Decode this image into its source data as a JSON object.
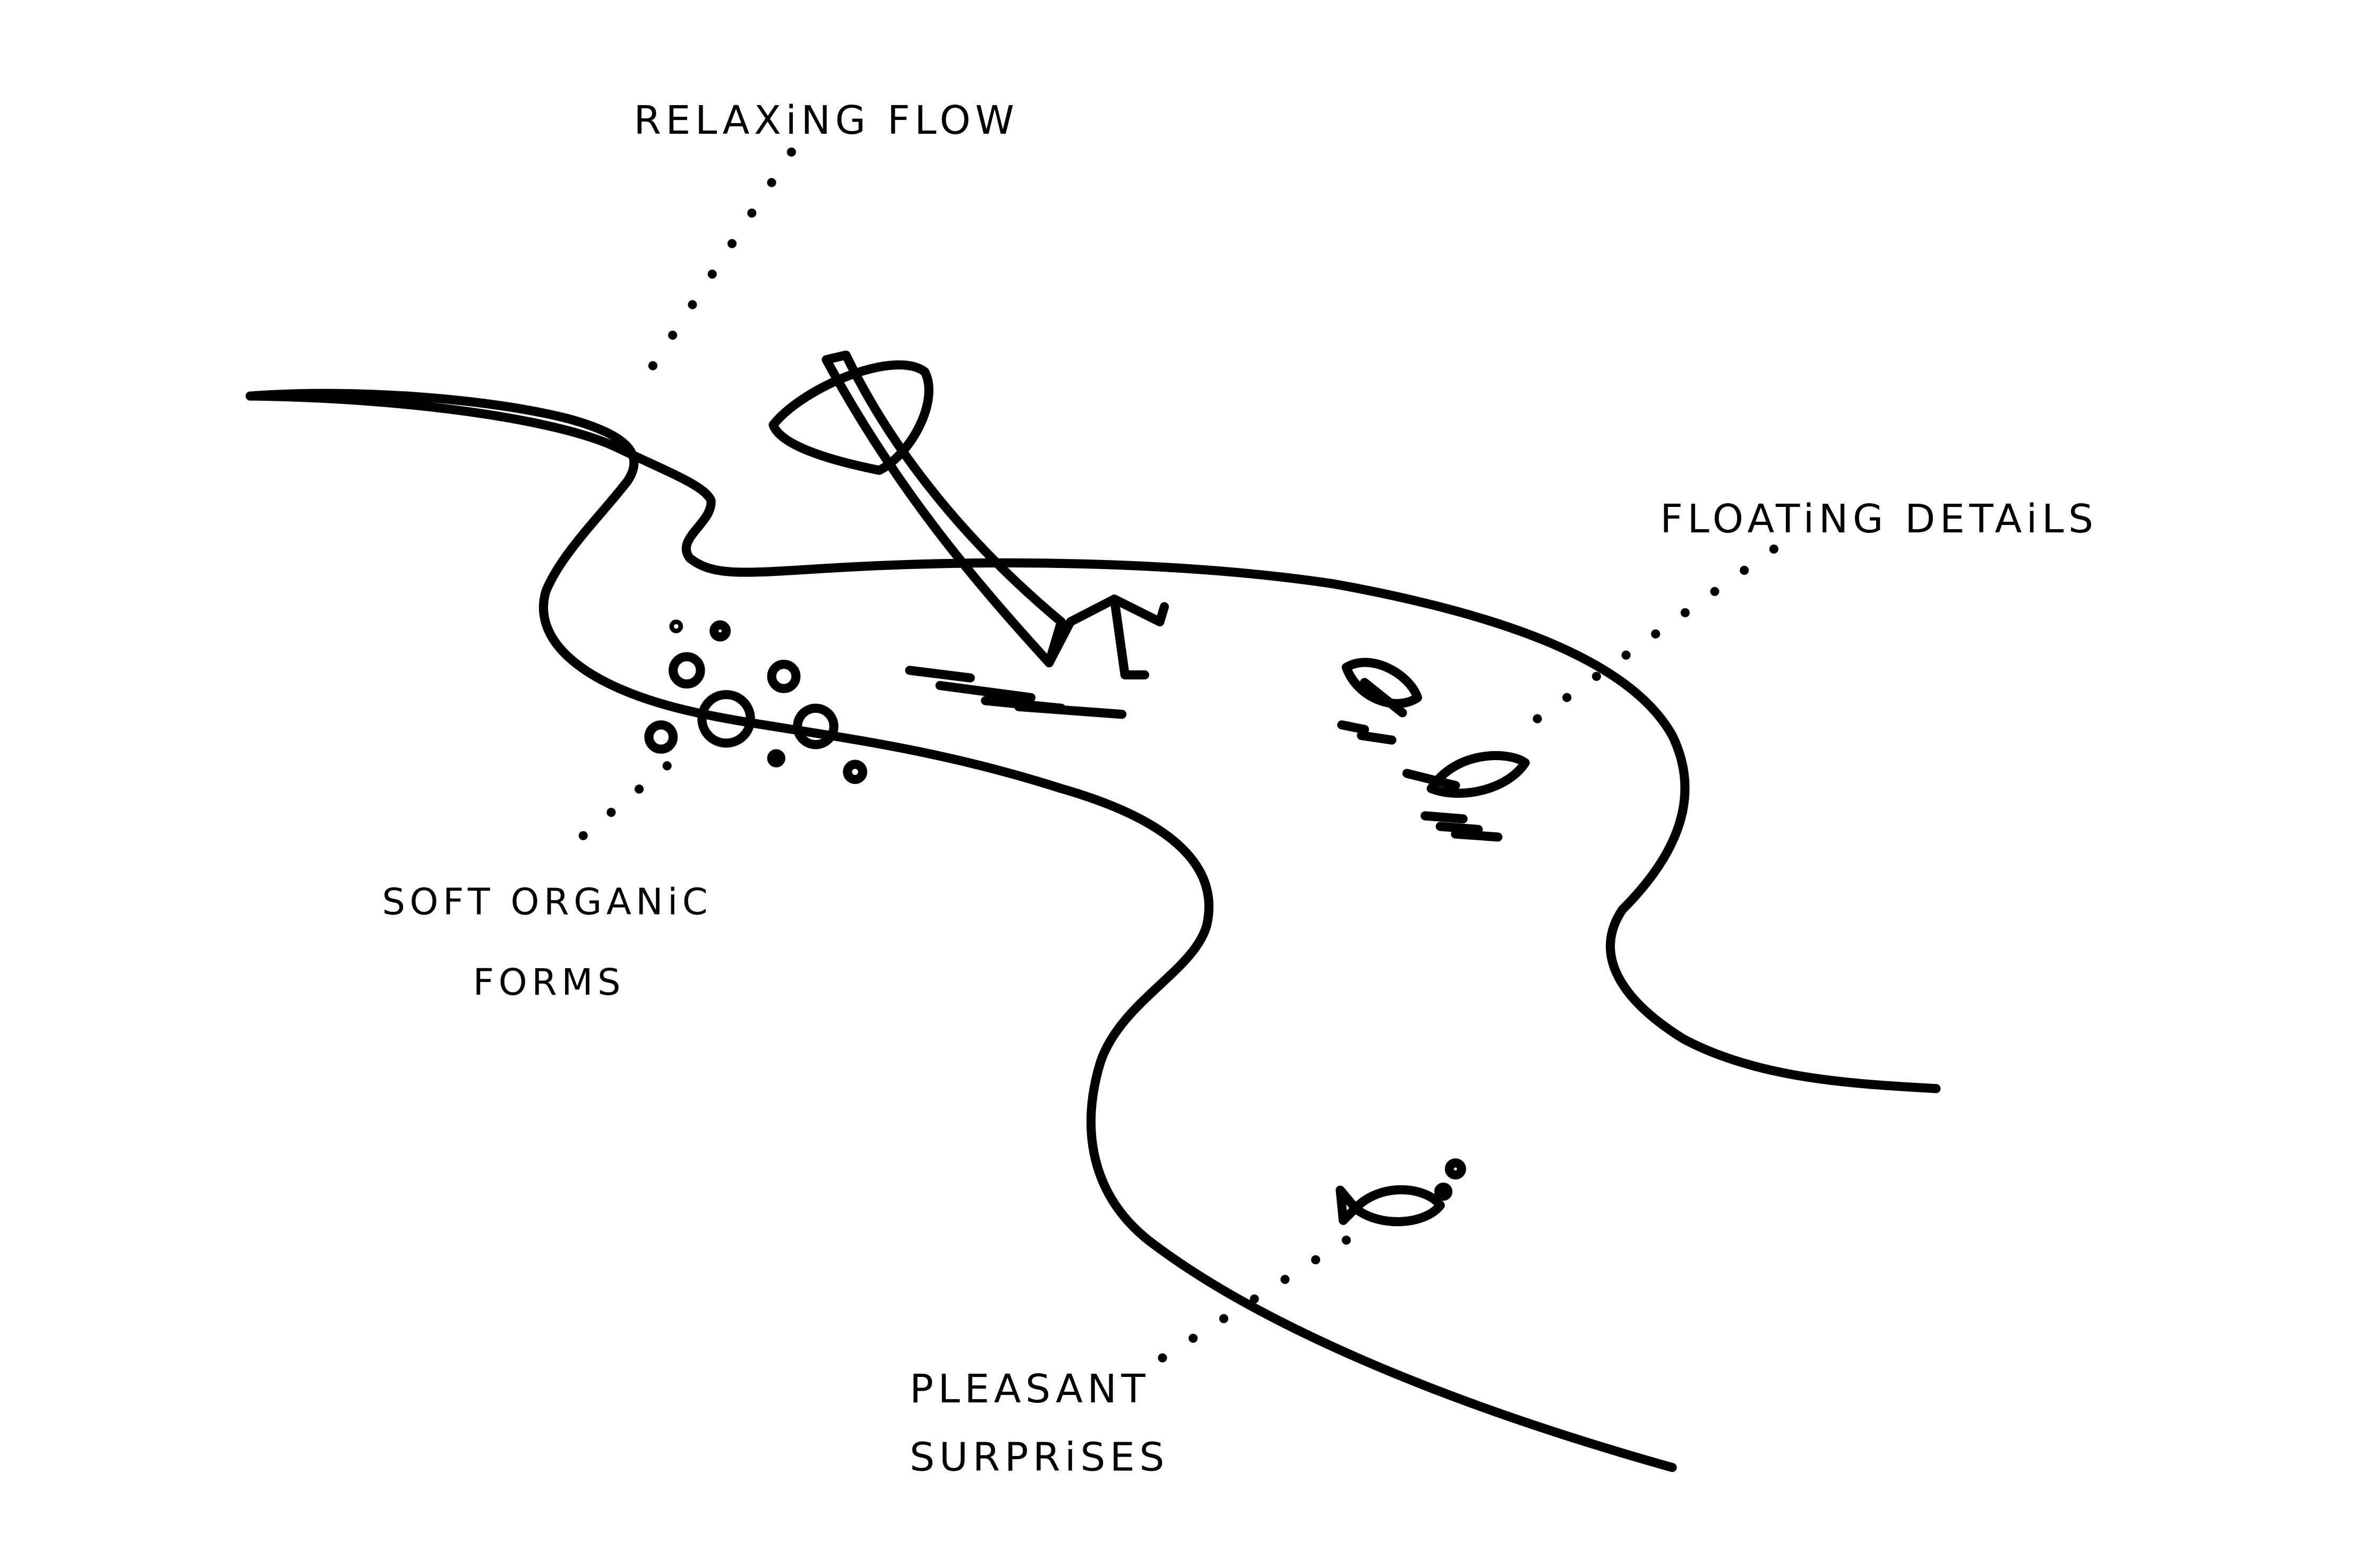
{
  "labels": {
    "relaxing_flow": "RELAXiNG FLOW",
    "floating_details": "FLOATiNG DETAiLS",
    "soft_organic_line1": "SOFT ORGANiC",
    "soft_organic_line2": "FORMS",
    "pleasant_line1": "PLEASANT",
    "pleasant_line2": "SURPRiSES"
  }
}
